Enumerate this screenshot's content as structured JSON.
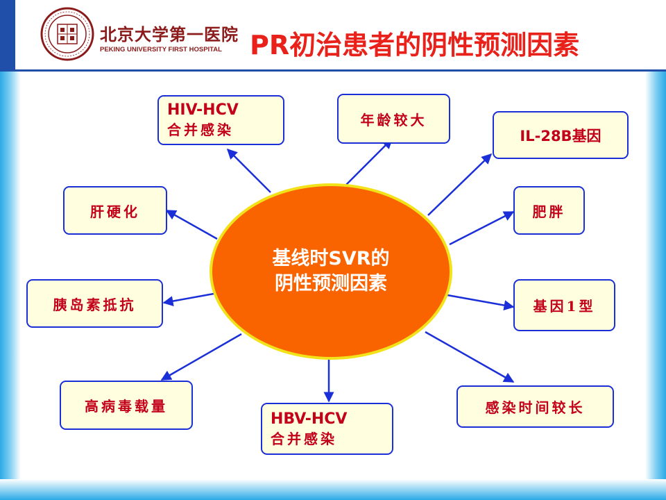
{
  "header": {
    "institution_cn": "北京大学第一医院",
    "institution_en": "PEKING UNIVERSITY FIRST HOSPITAL",
    "title": "PR初治患者的阴性预测因素"
  },
  "diagram": {
    "center_line1": "基线时SVR的",
    "center_line2": "阴性预测因素",
    "factors": {
      "hiv_hcv": {
        "line1": "HIV-HCV",
        "line2": "合并感染"
      },
      "older_age": "年龄较大",
      "il28b": "IL-28B基因",
      "cirrhosis": "肝硬化",
      "obesity": "肥胖",
      "insulin_resistance": "胰岛素抵抗",
      "genotype1": "基因1型",
      "high_viral_load": "高病毒载量",
      "hbv_hcv": {
        "line1": "HBV-HCV",
        "line2": "合并感染"
      },
      "long_infection": "感染时间较长"
    }
  },
  "colors": {
    "center_fill": "#f96400",
    "center_border": "#f2e21a",
    "box_fill": "#ffffe0",
    "box_border": "#1a2fd8",
    "box_text": "#c3001a",
    "arrow": "#1a2fd8",
    "title": "#e8211b",
    "institution": "#8b1a1a"
  }
}
